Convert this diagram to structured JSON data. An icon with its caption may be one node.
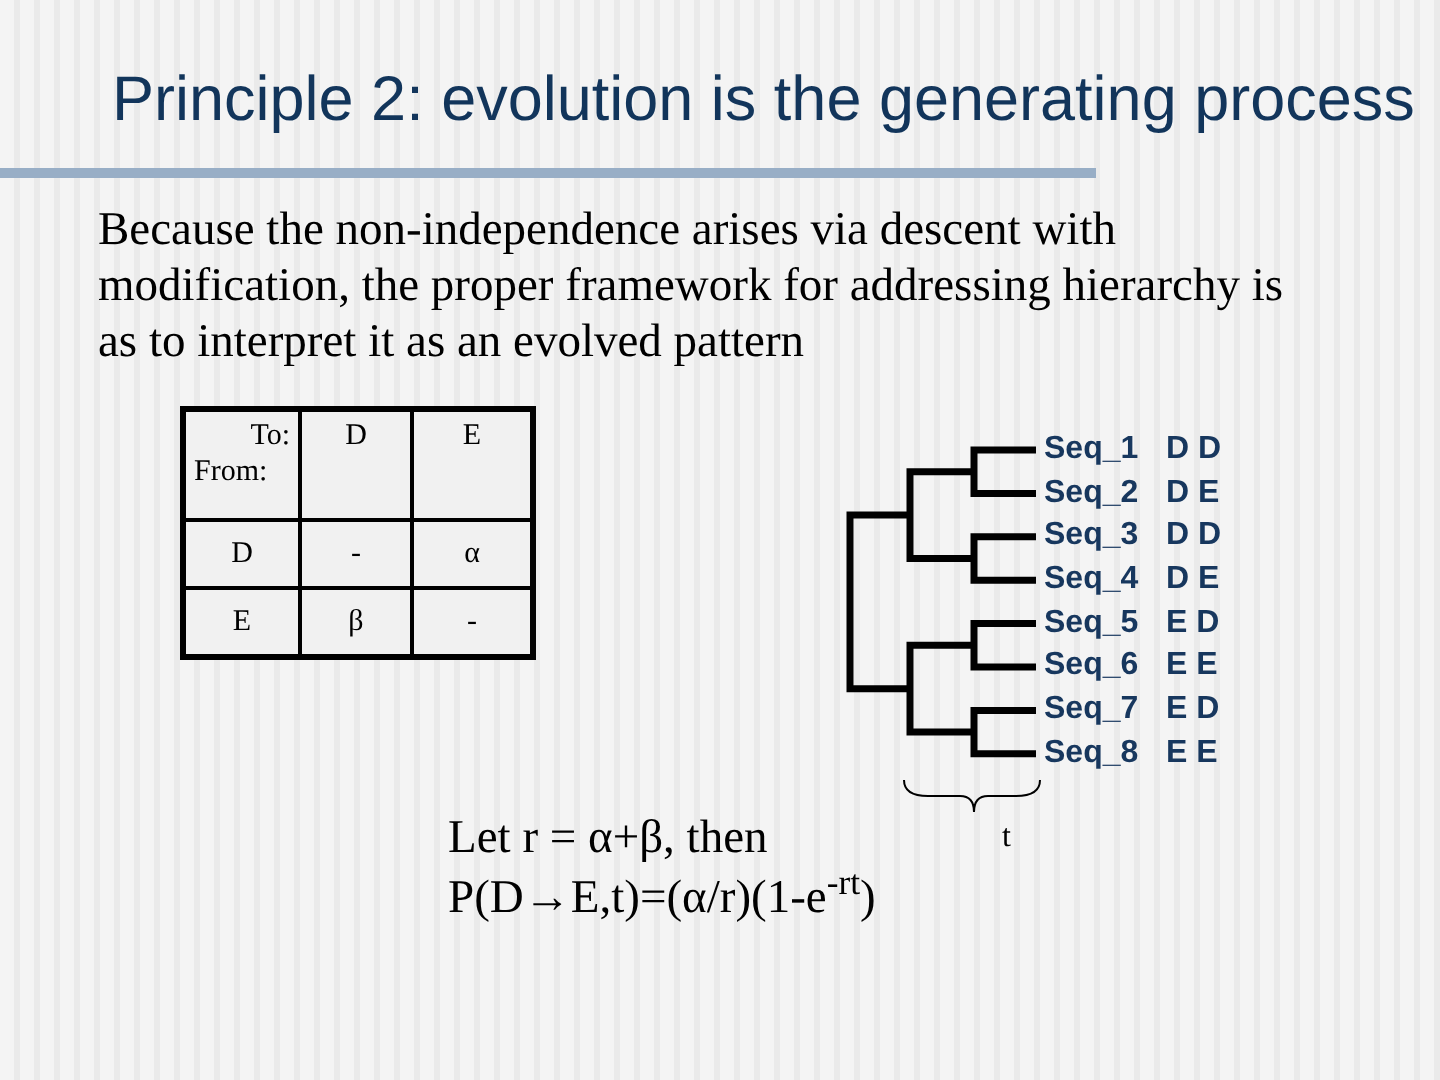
{
  "diagram": {
    "title": "Principle 2: evolution is the generating process",
    "labels": [
      "Because the non-independence arises via descent with modification, the proper framework for addressing hierarchy is as to interpret it as an evolved pattern",
      "To:",
      "From:",
      "D",
      "E",
      "D",
      "-",
      "α",
      "E",
      "β",
      "-",
      "Seq_1",
      "D D",
      "Seq_2",
      "D E",
      "Seq_3",
      "D D",
      "Seq_4",
      "D E",
      "Seq_5",
      "E D",
      "Seq_6",
      "E E",
      "Seq_7",
      "E D",
      "Seq_8",
      "E E",
      "t",
      "Let r = α+β, then",
      "P(D→E,t)=(α/r)(1-e$^{-rt}$)"
    ]
  }
}
